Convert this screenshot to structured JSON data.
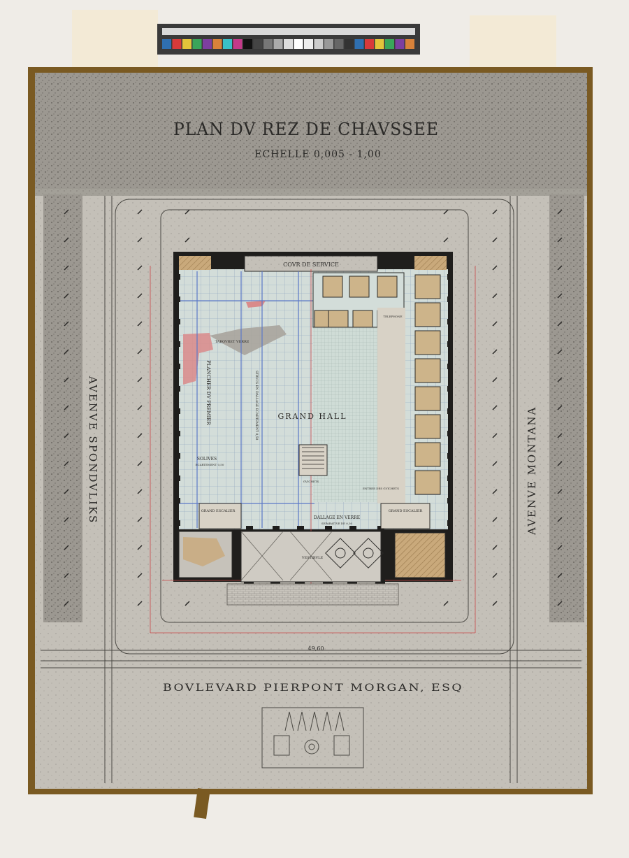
{
  "title": "PLAN DV REZ DE CHAVSSEE",
  "scale": "ECHELLE 0,005 - 1,00",
  "streets": {
    "left": "AVENVE SPONDVLIKS",
    "right": "AVENVE MONTANA",
    "bottom": "BOVLEVARD PIERPONT MORGAN, ESQ"
  },
  "rooms": {
    "service_court": "COVR DE SERVICE",
    "grand_hall": "GRAND HALL",
    "plancher": "PLANCHER DV PREMIER",
    "solives": "SOLIVES",
    "solives_note": "ECARTEMENT 0,50",
    "tabouret": "TABOVRET VERRE",
    "dallage_vertical": "STRVCS EN DALLAGE ECARTEMENT 0,50",
    "dallage": "DALLAGE EN VERRE",
    "dallage_note": "SEPARATIVE DE 0,30",
    "grand_escalier_left": "GRAND ESCALIER",
    "grand_escalier_right": "GRAND ESCALIER",
    "vestibule": "VESTIBVLE",
    "telephone": "TELEPHONE",
    "entree_guichets": "ENTREE DES GVICHETS",
    "guichets": "GVICHETS"
  },
  "dimension_total": "49,60",
  "colors": {
    "paper": "#d9d5cc",
    "speckle": "#6b6862",
    "ink": "#2b2a28",
    "blue_line": "#5b78c8",
    "red_line": "#c94848",
    "tan_room": "#cdb48a",
    "pink": "#d98a8a",
    "hall_fill": "#c9d6d2",
    "tape": "#7a5a22"
  }
}
